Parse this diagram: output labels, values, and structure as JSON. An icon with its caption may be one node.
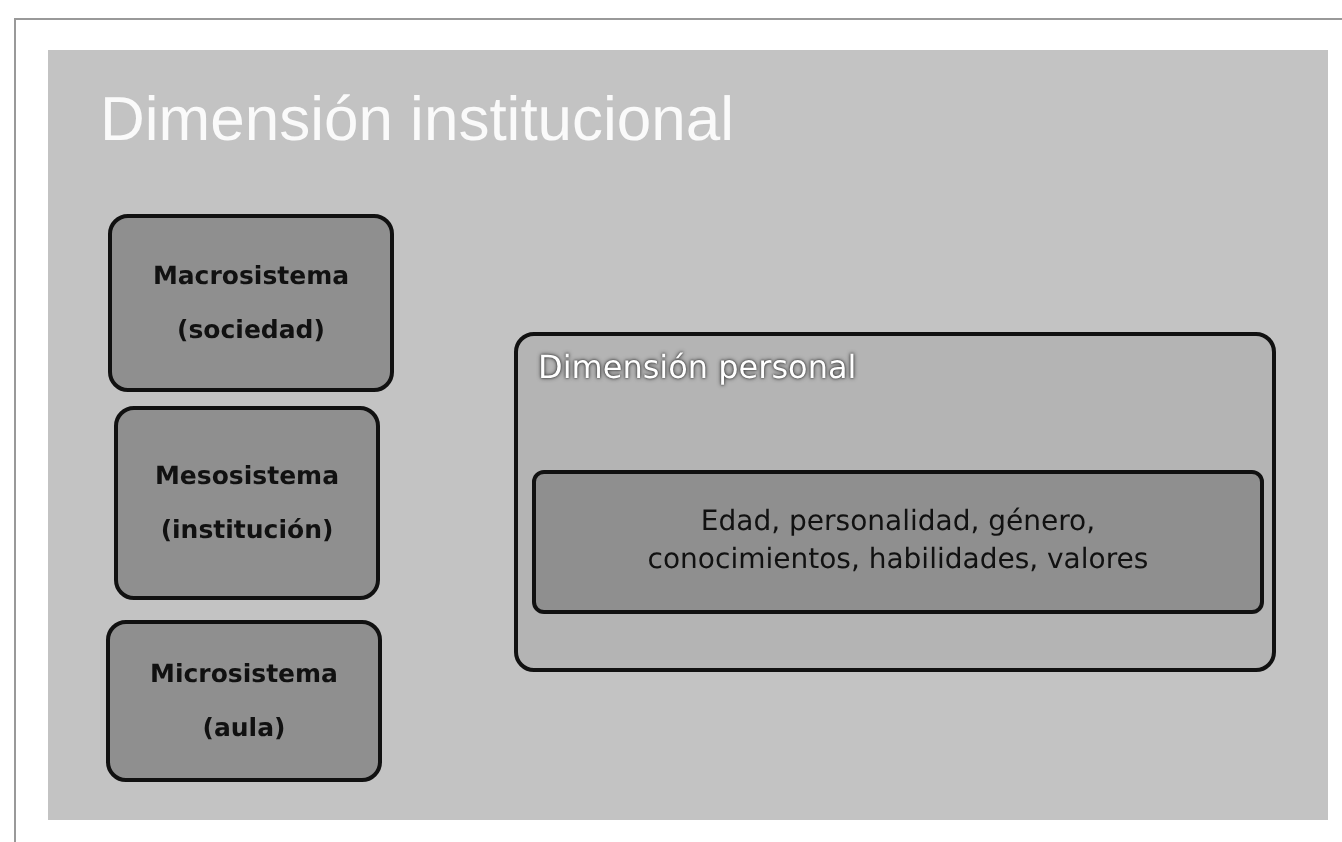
{
  "diagram": {
    "title": "Dimensión institucional",
    "nodes": [
      {
        "text": [
          "Macrosistema (sociedad)"
        ]
      },
      {
        "text": [
          "Mesosistema (institución)"
        ]
      },
      {
        "text": [
          "Microsistema (aula)"
        ]
      },
      {
        "text": [
          "Dimensión personal"
        ]
      },
      {
        "text": [
          "Edad, personalidad, género, conocimientos, habilidades, valores"
        ],
        "in": 3
      }
    ],
    "edges": []
  }
}
